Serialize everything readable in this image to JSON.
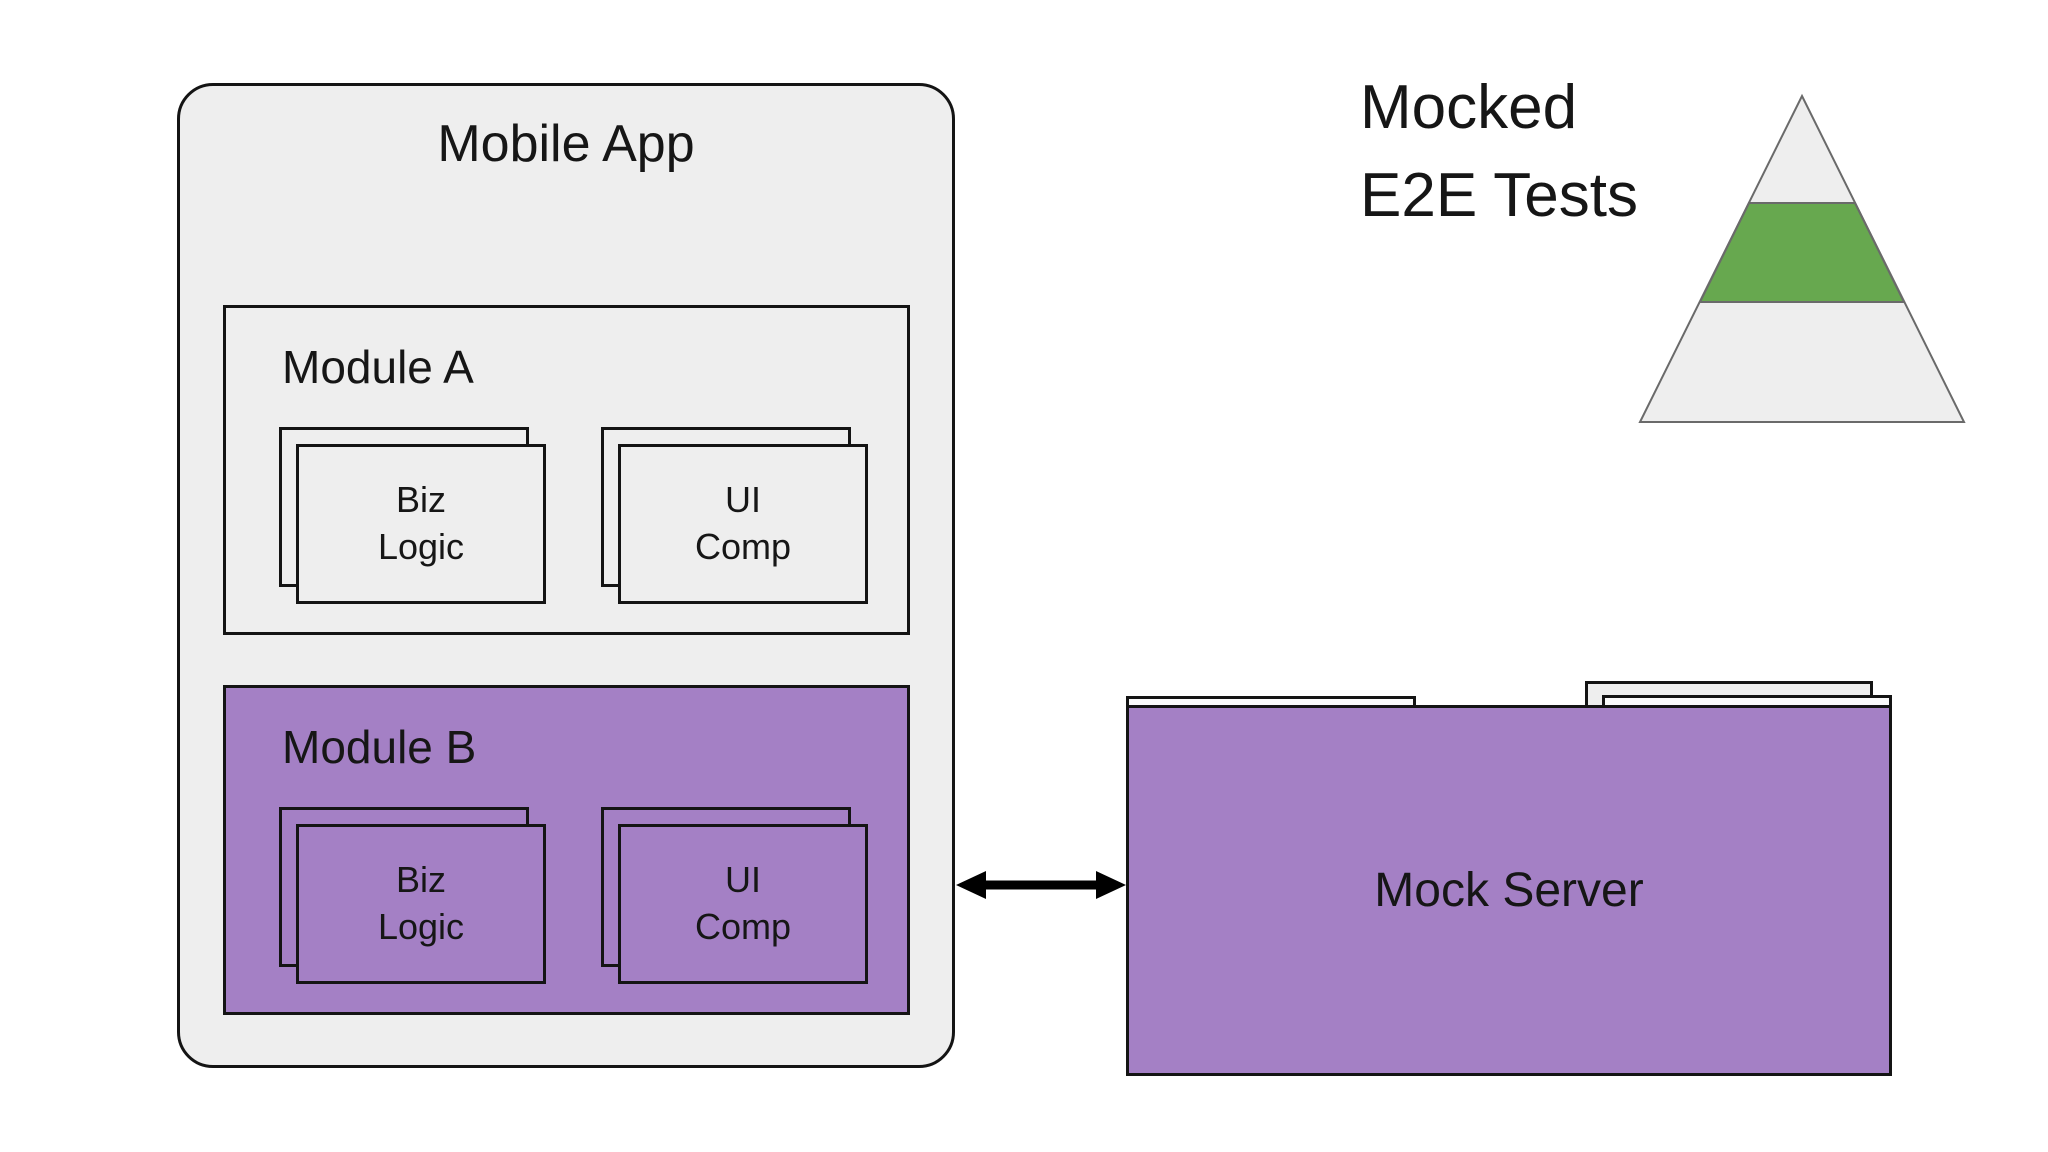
{
  "colors": {
    "background": "#ffffff",
    "light_gray": "#eeeeee",
    "card_white": "#fbfbfb",
    "purple": "#a480c5",
    "green": "#67a84f",
    "border_black": "#141414",
    "pyramid_border": "#6a6a6a",
    "text_black": "#161616"
  },
  "mobile_app": {
    "title": "Mobile App",
    "module_a": {
      "title": "Module A",
      "biz_card": {
        "line1": "Biz",
        "line2": "Logic"
      },
      "ui_card": {
        "line1": "UI",
        "line2": "Comp"
      }
    },
    "module_b": {
      "title": "Module B",
      "biz_card": {
        "line1": "Biz",
        "line2": "Logic"
      },
      "ui_card": {
        "line1": "UI",
        "line2": "Comp"
      }
    }
  },
  "mock_server": {
    "title": "Mock Server"
  },
  "pyramid_label": {
    "line1": "Mocked",
    "line2": "E2E Tests"
  }
}
